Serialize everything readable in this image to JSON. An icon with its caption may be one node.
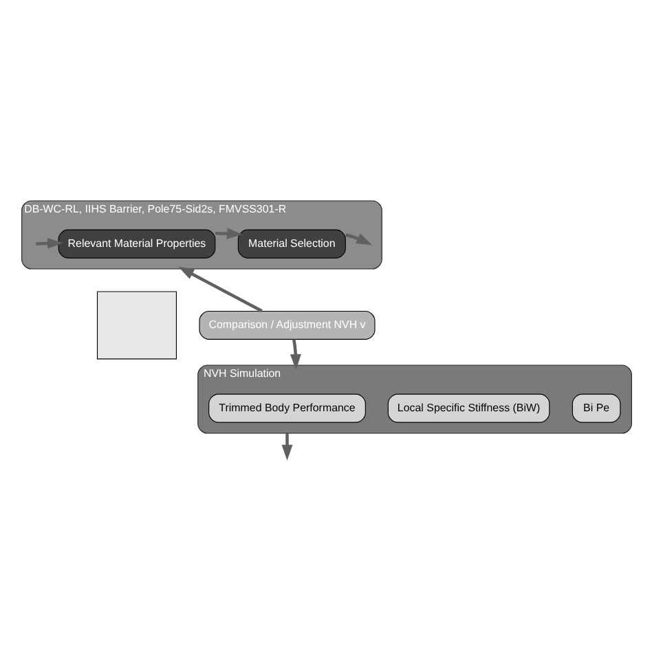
{
  "diagram": {
    "nodes": [
      {
        "text": [
          "DB-WC-RL, IIHS Barrier, Pole75-Sid2s, FMVSS301-R"
        ]
      },
      {
        "text": [
          "Relevant Material Properties"
        ],
        "in": 0
      },
      {
        "text": [
          "Material Selection"
        ],
        "in": 0
      },
      {
        "text": [],
        "shape": "box"
      },
      {
        "text": [
          "Comparison / Adjustment NVH v"
        ]
      },
      {
        "text": [
          "NVH Simulation"
        ]
      },
      {
        "text": [
          "Trimmed Body Performance"
        ],
        "in": 5
      },
      {
        "text": [
          "Local Specific Stiffness (BiW)"
        ],
        "in": 5
      },
      {
        "text": [
          "Bi Pe"
        ],
        "in": 5
      }
    ],
    "edges": [
      {
        "from": null,
        "to": 1,
        "arrow": "to"
      },
      {
        "from": 1,
        "to": 2,
        "arrow": "to"
      },
      {
        "from": 2,
        "to": null,
        "arrow": "to"
      },
      {
        "from": 4,
        "to": 0,
        "arrow": "to"
      },
      {
        "from": 4,
        "to": 5,
        "arrow": "to"
      },
      {
        "from": 5,
        "to": null,
        "arrow": "to"
      }
    ]
  }
}
